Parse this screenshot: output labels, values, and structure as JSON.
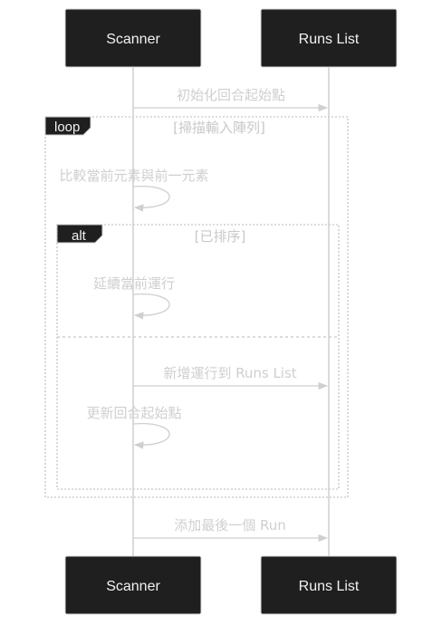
{
  "actors": {
    "scanner": "Scanner",
    "runs_list": "Runs List"
  },
  "messages": {
    "init_start": "初始化回合起始點",
    "compare": "比較當前元素與前一元素",
    "extend": "延續當前運行",
    "add_run": "新增運行到 Runs List",
    "update_start": "更新回合起始點",
    "add_last": "添加最後一個 Run"
  },
  "frames": {
    "loop_label": "loop",
    "loop_condition": "[掃描輸入陣列]",
    "alt_label": "alt",
    "alt_condition": "[已排序]"
  },
  "colors": {
    "background": "#ffffff",
    "actor_fill": "#1f1f1f",
    "actor_text": "#f2f2f2",
    "line": "#cfcfcf"
  }
}
